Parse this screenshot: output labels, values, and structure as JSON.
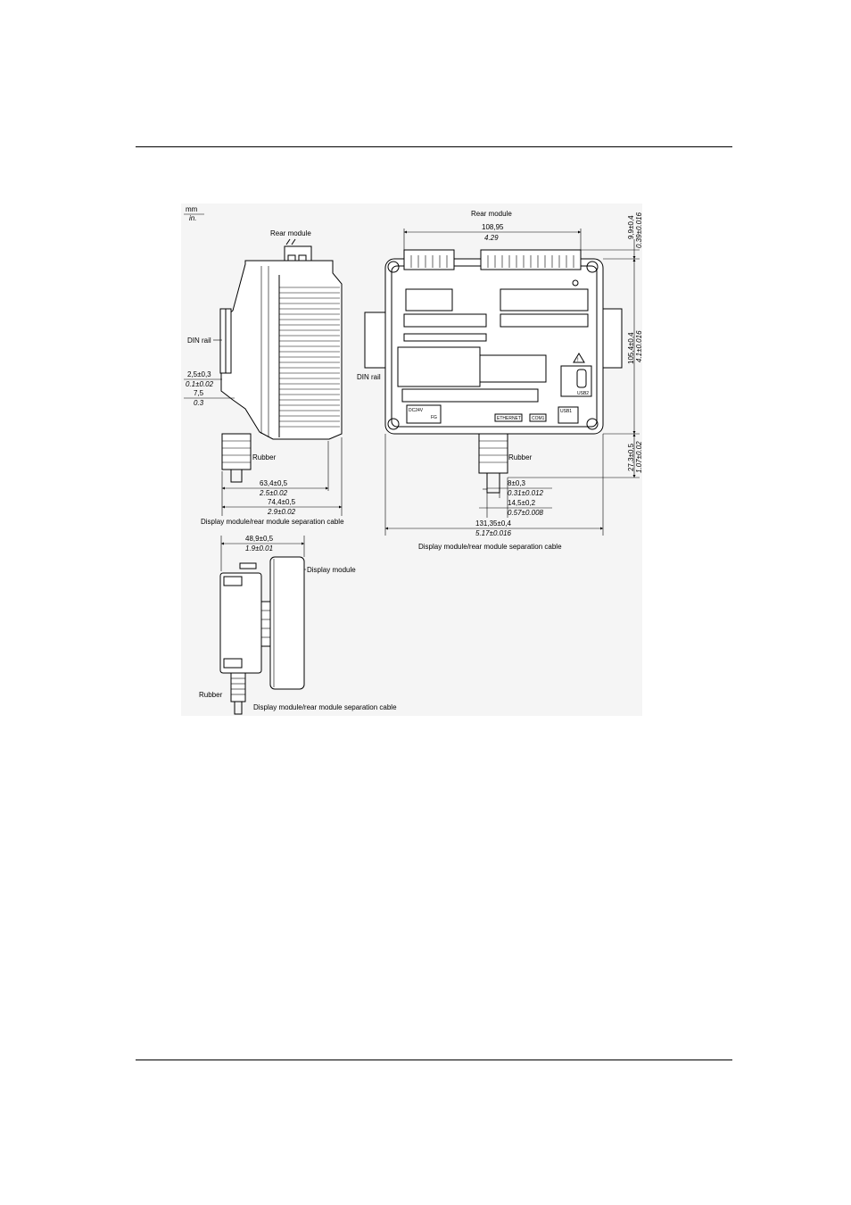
{
  "units": {
    "primary": "mm",
    "secondary": "in."
  },
  "side_view": {
    "rear_module_label": "Rear module",
    "din_rail_label": "DIN rail",
    "rubber_label": "Rubber",
    "cable_label": "Display module/rear module separation cable",
    "dims": {
      "rail_gap_mm": "2,5±0,3",
      "rail_gap_in": "0.1±0.02",
      "rail_depth_mm": "7,5",
      "rail_depth_in": "0.3",
      "depth_mm": "63,4±0,5",
      "depth_in": "2.5±0.02",
      "total_depth_mm": "74,4±0,5",
      "total_depth_in": "2.9±0.02"
    }
  },
  "rear_view": {
    "rear_module_label": "Rear module",
    "din_rail_label": "DIN rail",
    "rubber_label": "Rubber",
    "cable_label": "Display module/rear module separation cable",
    "ports": {
      "dc24v": "DC24V",
      "fg": "FG",
      "ethernet": "ETHERNET",
      "com1": "COM1",
      "usb1": "USB1",
      "usb2": "USB2"
    },
    "dims": {
      "top_width_mm": "108,95",
      "top_width_in": "4.29",
      "top_offset_mm": "9,9±0,4",
      "top_offset_in": "0.39±0.016",
      "height_mm": "105,4±0,4",
      "height_in": "4.1±0.016",
      "bottom_ext_mm": "27,3±0,5",
      "bottom_ext_in": "1.07±0.02",
      "cable_dia_mm": "8±0,3",
      "cable_dia_in": "0.31±0.012",
      "cable_w_mm": "14,5±0,2",
      "cable_w_in": "0.57±0.008",
      "width_mm": "131,35±0,4",
      "width_in": "5.17±0.016"
    }
  },
  "display_view": {
    "display_module_label": "Display module",
    "rubber_label": "Rubber",
    "cable_label": "Display module/rear module separation cable",
    "dims": {
      "depth_mm": "48,9±0,5",
      "depth_in": "1.9±0.01"
    }
  }
}
